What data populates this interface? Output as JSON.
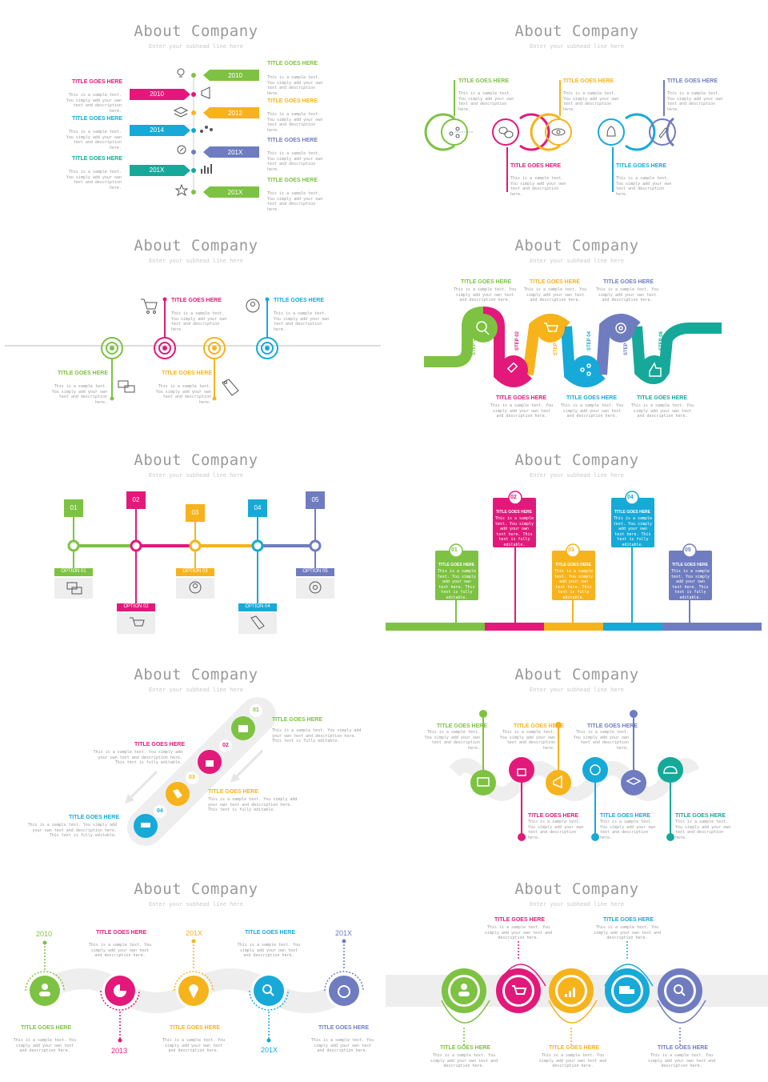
{
  "heading": "About Company",
  "subhead": "Enter your subhead line here",
  "title": "TITLE GOES HERE",
  "desc": "This is a sample text. You simply add your own text and description here.",
  "desc_editable": "This is a sample text. You simply add your own text and description here. This text is fully editable.",
  "colors": {
    "green": "#7dc242",
    "pink": "#e2197a",
    "orange": "#f6b31b",
    "blue": "#17a9d8",
    "purple": "#6f7cc0",
    "teal": "#16a99a"
  },
  "s1": {
    "years": [
      "2010",
      "2010",
      "2012",
      "2014",
      "201X",
      "201X",
      "201X"
    ]
  },
  "s4": {
    "steps": [
      "STEP 01",
      "STEP 02",
      "STEP 03",
      "STEP 04",
      "STEP 05",
      "STEP 06"
    ]
  },
  "s5": {
    "nums": [
      "01",
      "02",
      "03",
      "04",
      "05"
    ],
    "options": [
      "OPTION 01",
      "OPTION 02",
      "OPTION 03",
      "OPTION 04",
      "OPTION 05"
    ]
  },
  "s6": {
    "nums": [
      "01",
      "02",
      "03",
      "04",
      "05"
    ],
    "box_text": "This is a sample text. You simply add your own text here. This text is fully editable."
  },
  "s7": {
    "nums": [
      "01",
      "02",
      "03",
      "04"
    ]
  },
  "s9": {
    "years": [
      "2010",
      "2013",
      "201X",
      "201X",
      "201X"
    ]
  }
}
